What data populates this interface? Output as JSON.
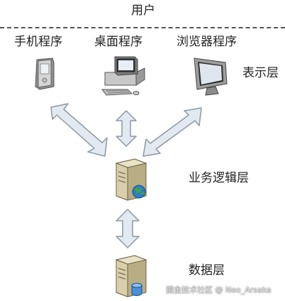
{
  "header": {
    "user_label": "用户"
  },
  "clients": [
    {
      "label": "手机程序",
      "icon": "mobile-phone-icon"
    },
    {
      "label": "桌面程序",
      "icon": "desktop-computer-icon"
    },
    {
      "label": "浏览器程序",
      "icon": "monitor-icon"
    }
  ],
  "layers": {
    "presentation": "表示层",
    "business": "业务逻辑层",
    "data": "数据层"
  },
  "servers": {
    "business_icon": "app-server-icon",
    "data_icon": "database-server-icon"
  },
  "watermark": "掘金技术社区 @ Neo_Arsaka"
}
